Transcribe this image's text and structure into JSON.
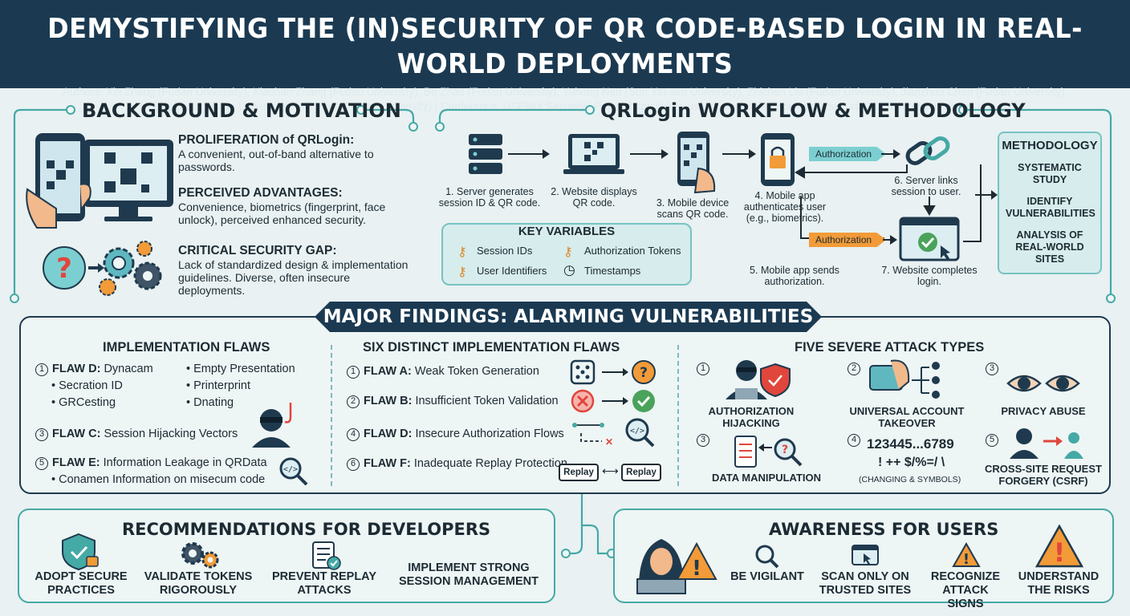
{
  "header": {
    "title": "DEMYSTIFYING THE (IN)SECURITY OF QR CODE-BASED LOGIN IN REAL-WORLD DEPLOYMENTS",
    "authors_line1": "Authors: Xin Zhang (Fudan University), Xiaohan Zhang (Fudan University), Bo Zhao (Fudan University), Yuhong Nan (Sun Yat-sen University), Zhichen Liu (Fudan University), Jianzhou Chen (Fudan University),",
    "authors_line2": "Huijun Zhou (Fudan University), Min Yang (Fudan University) | Conference: USENIX Security | Paper: https://www.usenix.org/conference/usenixsecurity25/presentation/zhang-xin"
  },
  "background": {
    "title": "BACKGROUND & MOTIVATION",
    "items": [
      {
        "heading": "PROLIFERATION of QRLogin:",
        "text": "A convenient, out-of-band alternative to passwords."
      },
      {
        "heading": "PERCEIVED ADVANTAGES:",
        "text": "Convenience, biometrics (fingerprint, face unlock), perceived enhanced security."
      },
      {
        "heading": "CRITICAL SECURITY GAP:",
        "text": "Lack of standardized design & implementation guidelines. Diverse, often insecure deployments."
      }
    ]
  },
  "workflow": {
    "title": "QRLogin WORKFLOW & METHODOLOGY",
    "steps": [
      "1. Server generates session ID & QR code.",
      "2. Website displays QR code.",
      "3. Mobile device scans QR code.",
      "4. Mobile app authenticates user (e.g., biometrics).",
      "5. Mobile app sends authorization.",
      "6. Server links session to user.",
      "7. Website completes login."
    ],
    "auth_tag": "Authorization",
    "key_variables": {
      "title": "KEY VARIABLES",
      "items": [
        "Session IDs",
        "Authorization Tokens",
        "User Identifiers",
        "Timestamps"
      ]
    },
    "methodology": {
      "title": "METHODOLOGY",
      "items": [
        "SYSTEMATIC STUDY",
        "IDENTIFY VULNERABILITIES",
        "ANALYSIS OF REAL-WORLD SITES"
      ]
    }
  },
  "findings": {
    "title": "MAJOR FINDINGS: ALARMING VULNERABILITIES",
    "implementation": {
      "title": "IMPLEMENTATION FLAWS",
      "flaw_d": "FLAW D:",
      "flaw_d_text": "Dynacam",
      "flaw_d_list": [
        "Secration ID",
        "GRCesting"
      ],
      "flaw_d_list2": [
        "Empty Presentation",
        "Printerprint",
        "Dnating"
      ],
      "flaw_c": "FLAW C:",
      "flaw_c_text": "Session Hijacking Vectors",
      "flaw_e": "FLAW E:",
      "flaw_e_text": "Information Leakage in QRData",
      "flaw_e_sub": "Conamen Information on misecum code"
    },
    "six_flaws": {
      "title": "SIX DISTINCT IMPLEMENTATION FLAWS",
      "items": [
        {
          "num": "1",
          "label": "FLAW A:",
          "text": "Weak Token Generation"
        },
        {
          "num": "2",
          "label": "FLAW B:",
          "text": "Insufficient Token Validation"
        },
        {
          "num": "4",
          "label": "FLAW D:",
          "text": "Insecure Authorization Flows"
        },
        {
          "num": "6",
          "label": "FLAW F:",
          "text": "Inadequate Replay Protection"
        }
      ],
      "replay": "Replay"
    },
    "attacks": {
      "title": "FIVE SEVERE ATTACK TYPES",
      "items": [
        {
          "num": "1",
          "label": "AUTHORIZATION HIJACKING"
        },
        {
          "num": "2",
          "label": "UNIVERSAL ACCOUNT TAKEOVER"
        },
        {
          "num": "3",
          "label": "PRIVACY ABUSE"
        },
        {
          "num": "3",
          "label": "DATA MANIPULATION"
        },
        {
          "num": "4",
          "label": "123445...6789"
        },
        {
          "num": "5",
          "label": "CROSS-SITE REQUEST FORGERY (CSRF)"
        }
      ],
      "symbols": "! ++ $/%=/ \\",
      "symbols_note": "(CHANGING & SYMBOLS)"
    }
  },
  "recommendations": {
    "title": "RECOMMENDATIONS FOR DEVELOPERS",
    "items": [
      "ADOPT SECURE PRACTICES",
      "VALIDATE TOKENS RIGOROUSLY",
      "PREVENT REPLAY ATTACKS",
      "IMPLEMENT STRONG SESSION MANAGEMENT"
    ]
  },
  "awareness": {
    "title": "AWARENESS FOR USERS",
    "items": [
      "BE VIGILANT",
      "SCAN ONLY ON TRUSTED SITES",
      "RECOGNIZE ATTACK SIGNS",
      "UNDERSTAND THE RISKS"
    ]
  },
  "colors": {
    "navy": "#1b3a52",
    "teal": "#45a9a6",
    "orange": "#f29b38",
    "red": "#e0463c",
    "green": "#4aa35a"
  }
}
